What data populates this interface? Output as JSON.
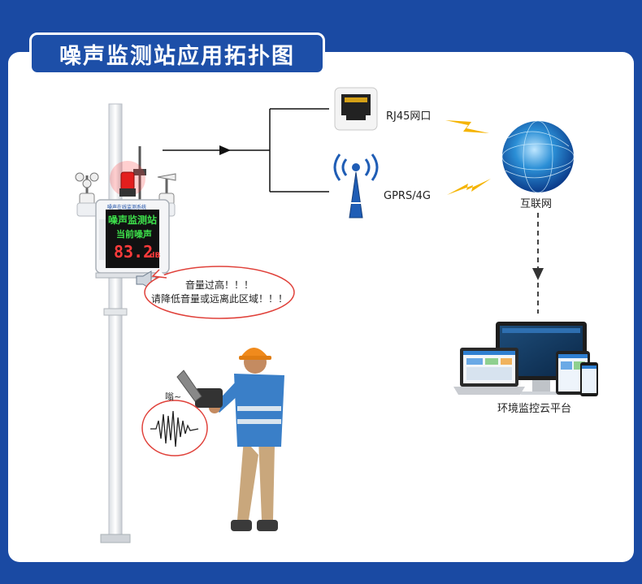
{
  "title": "噪声监测站应用拓扑图",
  "nodes": {
    "rj45": "RJ45网口",
    "gprs": "GPRS/4G",
    "internet": "互联网",
    "platform": "环境监控云平台"
  },
  "station_display": {
    "header": "噪声在线监测系统",
    "line1": "噪声监测站",
    "line2": "当前噪声",
    "value": "83.2",
    "unit": "dB"
  },
  "warning_bubble": {
    "line1": "音量过高！！！",
    "line2": "请降低音量或远离此区域！！！"
  },
  "sound_label": "嗡~",
  "colors": {
    "background": "#1a4aa3",
    "title_tab": "#1d4fa8",
    "bubble_border": "#e0413a",
    "lightning": "#f5b400",
    "display_green": "#3de04b",
    "display_red": "#ff3b3b"
  }
}
